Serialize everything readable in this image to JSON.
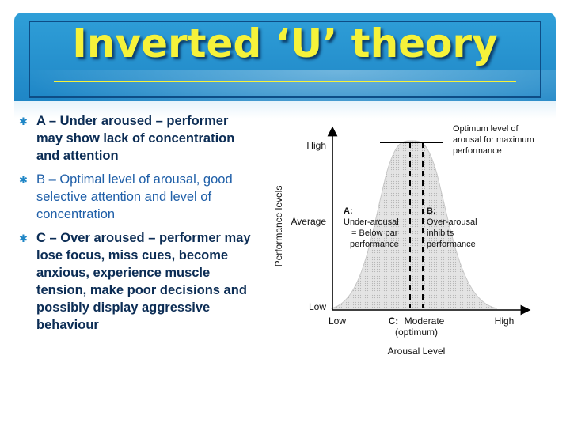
{
  "slide": {
    "title": "Inverted ‘U’ theory"
  },
  "bullets": [
    {
      "text": "A – Under aroused – performer may show lack of concentration and attention",
      "bold": true
    },
    {
      "text": "B – Optimal level of arousal, good selective attention and level of concentration",
      "bold": false
    },
    {
      "text": "C – Over aroused – performer may lose focus, miss cues, become anxious, experience muscle tension, make poor decisions and possibly display aggressive behaviour",
      "bold": true
    }
  ],
  "diagram": {
    "y_axis_label": "Performance levels",
    "y_ticks": [
      "High",
      "Average",
      "Low"
    ],
    "x_ticks": [
      "Low",
      "High"
    ],
    "x_axis_label": "Arousal Level",
    "optimum_note": [
      "Optimum level of",
      "arousal for maximum",
      "performance"
    ],
    "zone_a": [
      "A:",
      "Under-arousal",
      "= Below par",
      "performance"
    ],
    "zone_b": [
      "B:",
      "Over-arousal",
      "inhibits",
      "performance"
    ],
    "zone_c": [
      "C:",
      "Moderate",
      "(optimum)"
    ],
    "colors": {
      "curve_fill": "#dcdcdc",
      "axis": "#000000"
    }
  },
  "theme": {
    "title_color": "#f6f23a",
    "header_color": "#1f86c6",
    "text_color": "#1a3f6d"
  }
}
